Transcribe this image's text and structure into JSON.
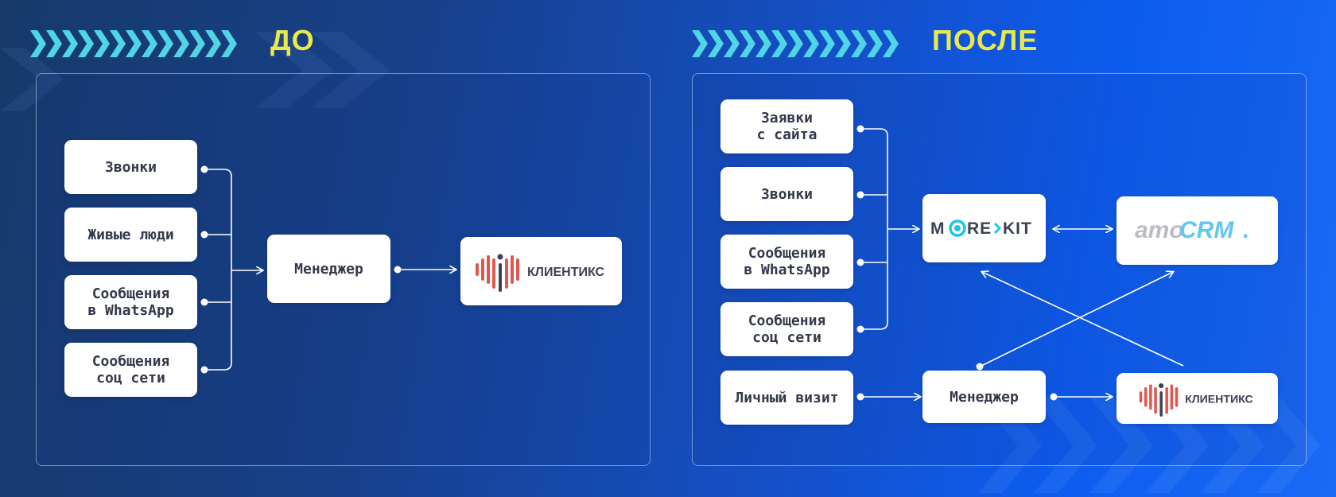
{
  "before": {
    "title": "ДО",
    "sources": [
      "Звонки",
      "Живые люди",
      "Сообщения\nв WhatsApp",
      "Сообщения\nсоц сети"
    ],
    "manager": "Менеджер",
    "crm_logo_text": "КЛИЕНТИКС"
  },
  "after": {
    "title": "ПОСЛЕ",
    "sources": [
      "Заявки\nс сайта",
      "Звонки",
      "Сообщения\nв WhatsApp",
      "Сообщения\nсоц сети"
    ],
    "visit": "Личный визит",
    "manager": "Менеджер",
    "morekit_logo": {
      "part1": "M",
      "part2": "RE",
      "part3": "KIT"
    },
    "amocrm_logo": {
      "part1": "amo",
      "part2": "CRM",
      "dot": "."
    },
    "crm_logo_text": "КЛИЕНТИКС"
  },
  "colors": {
    "title": "#e9ea4a",
    "chevron": "#4fd6e6",
    "klientiks_red": "#e0574f",
    "klientiks_dark": "#3b4254",
    "morekit_cyan": "#1ec5e8",
    "amo_gray": "#b9bcc4",
    "amo_blue": "#5fc8f0"
  }
}
